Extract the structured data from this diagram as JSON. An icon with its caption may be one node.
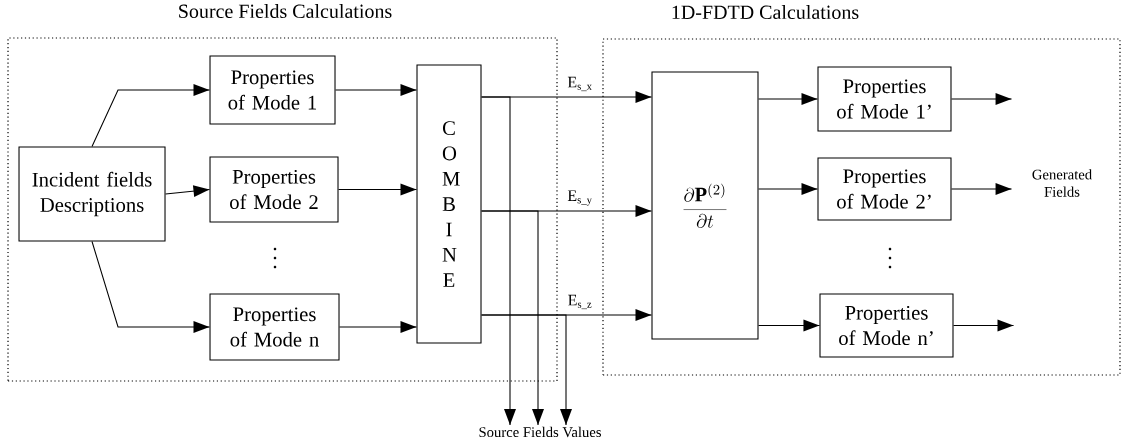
{
  "diagram": {
    "nodes": [
      {
        "text": [
          "Source Fields Calculations"
        ]
      },
      {
        "text": [
          "1D-FDTD Calculations"
        ]
      },
      {
        "text": [
          "Incident fields Descriptions"
        ],
        "in": 0
      },
      {
        "text": [
          "Properties of Mode 1"
        ],
        "in": 0
      },
      {
        "text": [
          "Properties of Mode 2"
        ],
        "in": 0
      },
      {
        "text": [
          "Properties of Mode n"
        ],
        "in": 0
      },
      {
        "text": [
          "C O M B I N E"
        ],
        "in": 0
      },
      {
        "text": [
          "\\frac{\\partial \\mathbf{P}^{(2)}}{\\partial t}"
        ],
        "in": 1
      },
      {
        "text": [
          "Properties of Mode 1’"
        ],
        "in": 1
      },
      {
        "text": [
          "Properties of Mode 2’"
        ],
        "in": 1
      },
      {
        "text": [
          "Properties of Mode n’"
        ],
        "in": 1
      },
      {
        "text": [
          "Source Fields Values"
        ]
      }
    ],
    "edges": [
      {
        "from": 2,
        "to": 3,
        "arrow": "to"
      },
      {
        "from": 2,
        "to": 4,
        "arrow": "to"
      },
      {
        "from": 2,
        "to": 5,
        "arrow": "to"
      },
      {
        "from": 3,
        "to": 6,
        "arrow": "to"
      },
      {
        "from": 4,
        "to": 6,
        "arrow": "to"
      },
      {
        "from": 5,
        "to": 6,
        "arrow": "to"
      },
      {
        "from": 6,
        "to": 7,
        "arrow": "to",
        "label": "E$_{s_x}$"
      },
      {
        "from": 6,
        "to": 7,
        "arrow": "to",
        "label": "E$_{s_y}$"
      },
      {
        "from": 6,
        "to": 7,
        "arrow": "to",
        "label": "E$_{s_z}$"
      },
      {
        "from": 6,
        "to": 11,
        "arrow": "to"
      },
      {
        "from": 6,
        "to": 11,
        "arrow": "to"
      },
      {
        "from": 6,
        "to": 11,
        "arrow": "to"
      },
      {
        "from": 7,
        "to": 8,
        "arrow": "to"
      },
      {
        "from": 7,
        "to": 9,
        "arrow": "to"
      },
      {
        "from": 7,
        "to": 10,
        "arrow": "to"
      },
      {
        "from": 8,
        "to": null,
        "arrow": "to"
      },
      {
        "from": 9,
        "to": null,
        "arrow": "to"
      },
      {
        "from": 10,
        "to": null,
        "arrow": "to"
      }
    ],
    "labels": [
      "Generated Fields"
    ]
  }
}
